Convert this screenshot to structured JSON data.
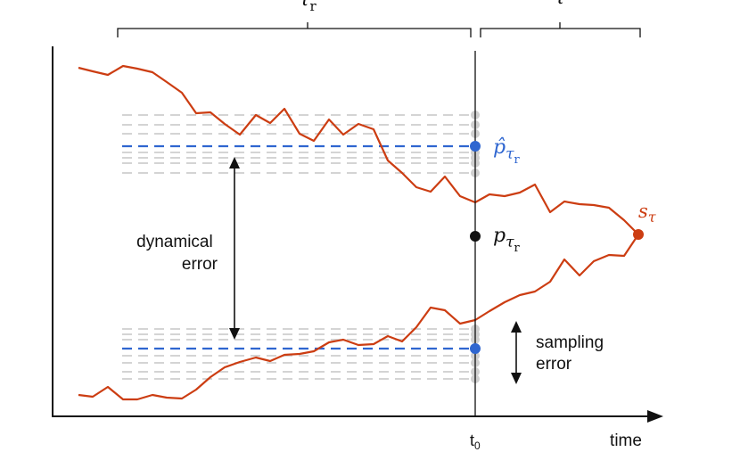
{
  "colors": {
    "trajectory": "#cc3d12",
    "estimate": "#2f66d0",
    "ensemble": "#d2d2d2",
    "ensemble_dot": "#cfcfcf",
    "truth": "#111111",
    "axis": "#111111"
  },
  "labels": {
    "tau_r_symbol": "τ",
    "tau_r_subscript": "r",
    "tau_symbol": "τ",
    "time_axis": "time",
    "t0_main": "t",
    "t0_sub": "0",
    "dynamical_error_line1": "dynamical",
    "dynamical_error_line2": "error",
    "sampling_error_line1": "sampling",
    "sampling_error_line2": "error",
    "p_hat_symbol": "p̂",
    "p_hat_subscript": "τ",
    "p_hat_subsub": "r",
    "p_symbol": "p",
    "p_subscript": "τ",
    "p_subsub": "r",
    "s_symbol": "s",
    "s_subscript": "τ"
  }
}
